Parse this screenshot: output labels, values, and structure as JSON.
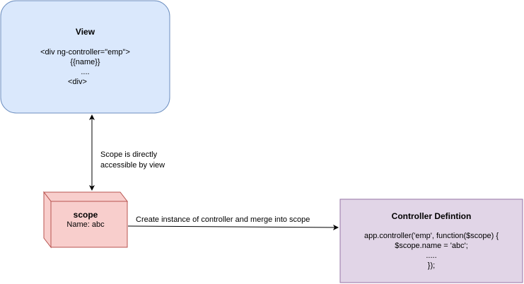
{
  "view": {
    "title": "View",
    "code_lines": [
      "<div ng-controller=\"emp\">",
      "{{name}}",
      "....",
      "<div>"
    ],
    "fill": "#dae8fc",
    "stroke": "#6c8ebf"
  },
  "scope": {
    "title": "scope",
    "name_line": "Name: abc",
    "fill": "#f8cecc",
    "stroke": "#b85450"
  },
  "controller": {
    "title": "Controller Defintion",
    "code_lines": [
      "app.controller('emp', function($scope) {",
      "$scope.name = 'abc';",
      ".....",
      "});"
    ],
    "fill": "#e1d5e7",
    "stroke": "#9673a6"
  },
  "edges": {
    "view_scope_label_line1": "Scope is directly",
    "view_scope_label_line2": "accessible by view",
    "scope_controller_label": "Create instance of controller and merge into scope"
  }
}
